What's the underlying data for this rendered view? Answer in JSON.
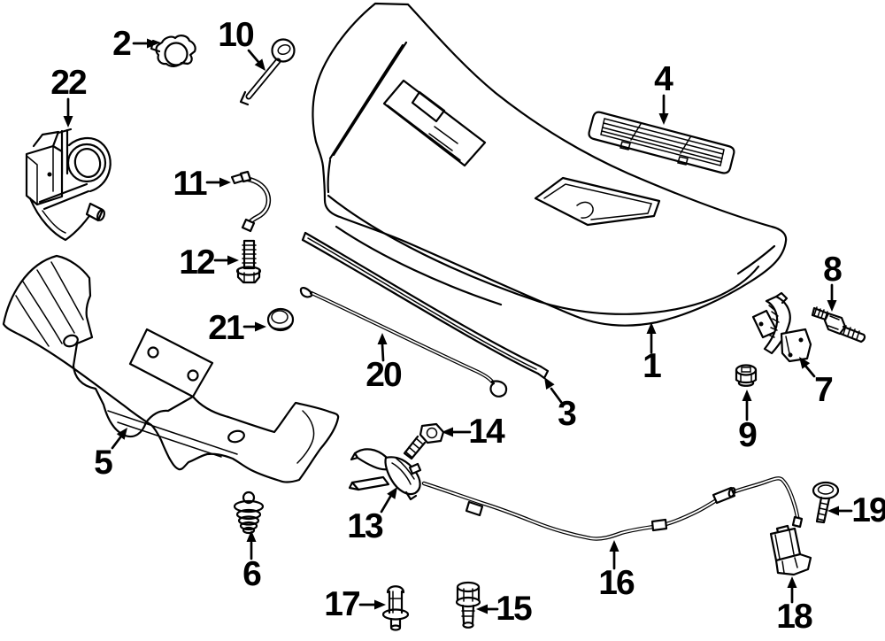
{
  "figure": {
    "type": "exploded-parts-diagram",
    "subject": "hood-and-related-components",
    "background_color": "#ffffff",
    "line_color": "#000000"
  },
  "callouts": [
    {
      "number": "1"
    },
    {
      "number": "2"
    },
    {
      "number": "3"
    },
    {
      "number": "4"
    },
    {
      "number": "5"
    },
    {
      "number": "6"
    },
    {
      "number": "7"
    },
    {
      "number": "8"
    },
    {
      "number": "9"
    },
    {
      "number": "10"
    },
    {
      "number": "11"
    },
    {
      "number": "12"
    },
    {
      "number": "13"
    },
    {
      "number": "14"
    },
    {
      "number": "15"
    },
    {
      "number": "16"
    },
    {
      "number": "17"
    },
    {
      "number": "18"
    },
    {
      "number": "19"
    },
    {
      "number": "20"
    },
    {
      "number": "21"
    },
    {
      "number": "22"
    }
  ]
}
